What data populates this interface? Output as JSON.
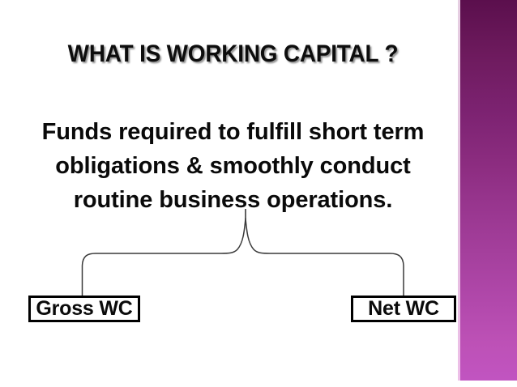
{
  "slide": {
    "title": "WHAT IS WORKING CAPITAL ?",
    "body_lines": [
      "Funds required to fulfill short term",
      "obligations & smoothly conduct",
      "routine business operations."
    ],
    "boxes": [
      {
        "label": "Gross WC"
      },
      {
        "label": "Net WC"
      }
    ],
    "colors": {
      "sidebar_top": "#5b0f4d",
      "sidebar_mid": "#96348c",
      "sidebar_bottom": "#c154c1",
      "sidebar_edge": "#e2bedd",
      "text": "#0a0a0a",
      "background": "#ffffff",
      "box_border": "#000000",
      "connector": "#3a3a3a"
    }
  }
}
